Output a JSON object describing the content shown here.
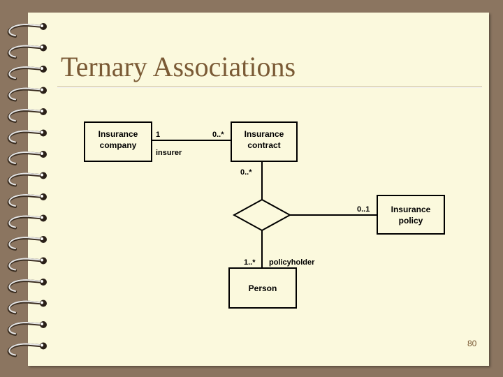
{
  "slide": {
    "title": "Ternary Associations",
    "page_number": "80"
  },
  "diagram": {
    "classes": {
      "insurance_company": [
        "Insurance",
        "company"
      ],
      "insurance_contract": [
        "Insurance",
        "contract"
      ],
      "insurance_policy": [
        "Insurance",
        "policy"
      ],
      "person": [
        "Person"
      ]
    },
    "association_labels": {
      "company_multiplicity": "1",
      "contract_multiplicity_top": "0..*",
      "insurer_role": "insurer",
      "contract_multiplicity_diamond": "0..*",
      "policy_multiplicity": "0..1",
      "person_multiplicity": "1..*",
      "policyholder_role": "policyholder"
    }
  },
  "colors": {
    "background": "#8b7560",
    "page": "#fbf9dd",
    "title": "#7a5a35"
  }
}
